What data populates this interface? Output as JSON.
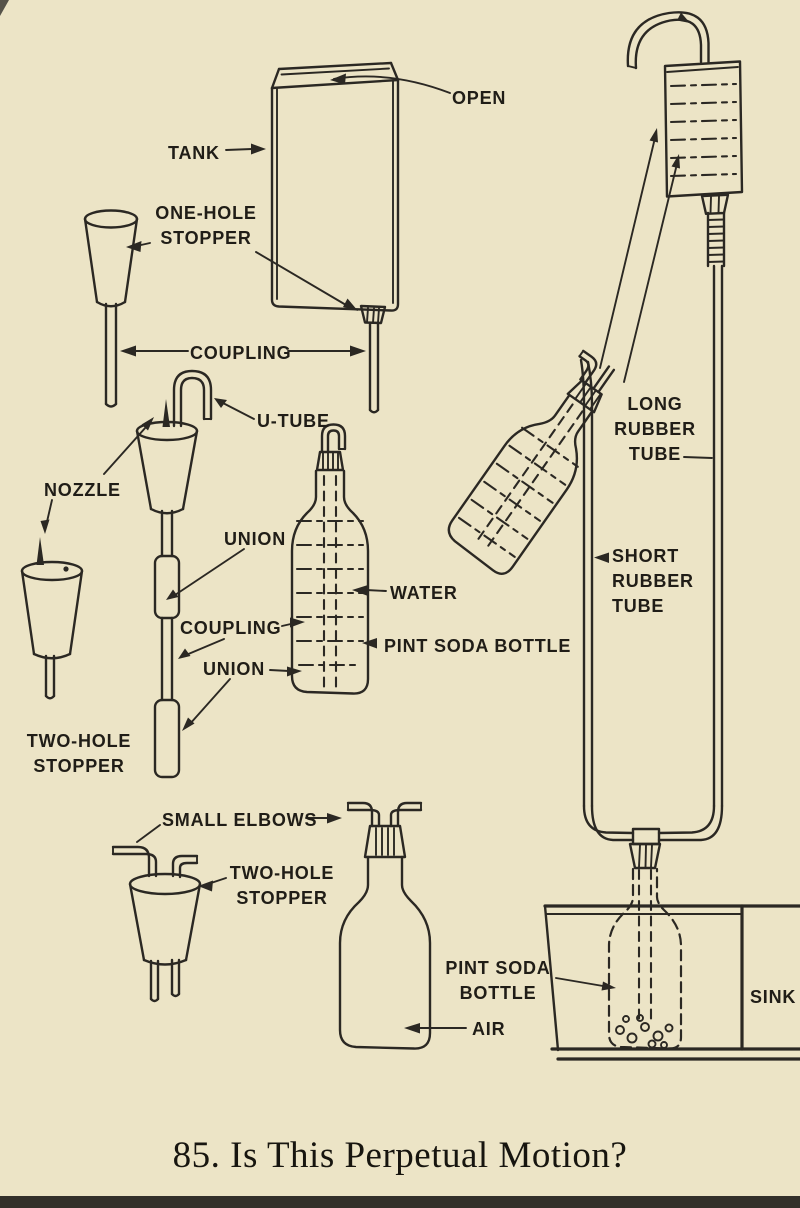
{
  "page": {
    "background": "#ece4c6",
    "ink": "#2b2823",
    "caption": "85. Is This Perpetual Motion?"
  },
  "labels": {
    "open": "OPEN",
    "tank": "TANK",
    "one_hole_stopper": "ONE-HOLE\nSTOPPER",
    "coupling_top": "COUPLING",
    "u_tube": "U-TUBE",
    "nozzle": "NOZZLE",
    "union_upper": "UNION",
    "coupling_mid": "COUPLING",
    "union_lower": "UNION",
    "two_hole_stopper_left": "TWO-HOLE\nSTOPPER",
    "water": "WATER",
    "pint_soda_bottle_mid": "PINT SODA BOTTLE",
    "long_rubber_tube": "LONG\nRUBBER\nTUBE",
    "short_rubber_tube": "SHORT\nRUBBER\nTUBE",
    "small_elbows": "SMALL ELBOWS",
    "two_hole_stopper_bottom": "TWO-HOLE\nSTOPPER",
    "pint_soda_bottle_bottom": "PINT SODA\nBOTTLE",
    "air": "AIR",
    "sink": "SINK"
  }
}
